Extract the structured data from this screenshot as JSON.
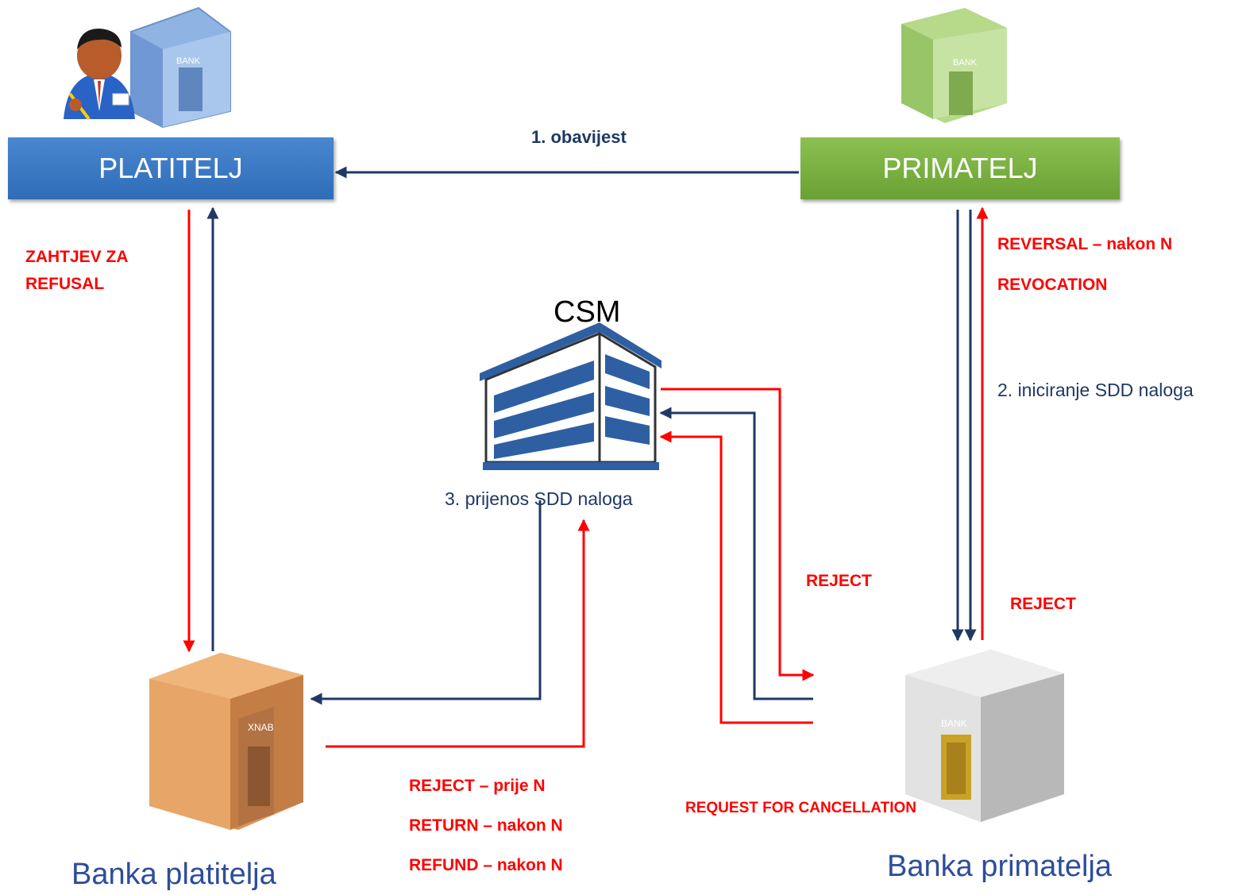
{
  "nodes": {
    "platitelj": "PLATITELJ",
    "primatelj": "PRIMATELJ",
    "csm": "CSM",
    "banka_platitelja": "Banka platitelja",
    "banka_primatelja": "Banka primatelja"
  },
  "flows": {
    "obavijest": "1. obavijest",
    "iniciranje": "2. iniciranje SDD naloga",
    "prijenos": "3. prijenos SDD naloga"
  },
  "exceptions": {
    "zahtjev_line1": "ZAHTJEV ZA",
    "zahtjev_line2": "REFUSAL",
    "reversal": "REVERSAL – nakon N",
    "revocation": "REVOCATION",
    "reject_csm": "REJECT",
    "reject_primatelj": "REJECT",
    "reject_prije": "REJECT – prije N",
    "return_nakon": "RETURN – nakon N",
    "refund_nakon": "REFUND – nakon N",
    "request_cancellation": "REQUEST FOR CANCELLATION"
  },
  "icon_labels": {
    "bank_sign": "BANK",
    "bank_sign_reversed": "ХNAB"
  },
  "colors": {
    "navy": "#1f3864",
    "red": "#ff0000",
    "payer_box": "#3a78c4",
    "payee_box": "#7ab13f"
  }
}
